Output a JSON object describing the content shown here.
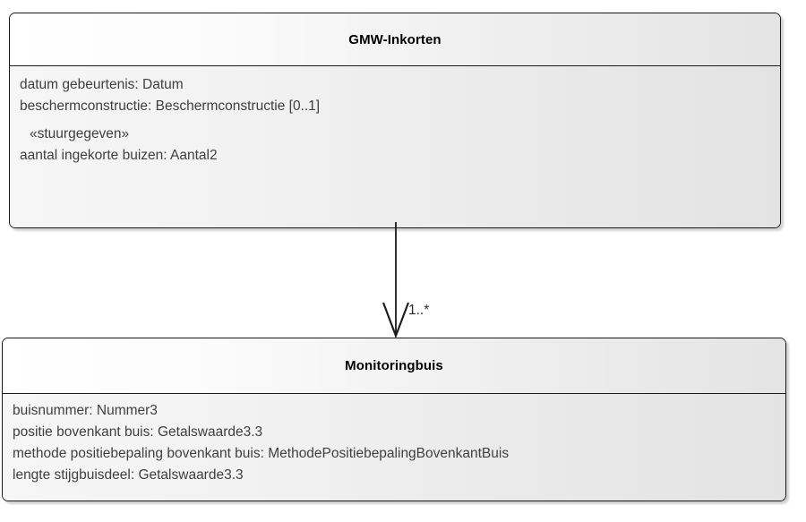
{
  "diagram": {
    "type": "uml-class-diagram",
    "classes": [
      {
        "id": "gmw-inkorten",
        "name": "GMW-Inkorten",
        "attributes": [
          {
            "text": "datum gebeurtenis: Datum",
            "stereotype": false
          },
          {
            "text": "beschermconstructie: Beschermconstructie [0..1]",
            "stereotype": false
          },
          {
            "text": "«stuurgegeven»",
            "stereotype": true
          },
          {
            "text": "aantal ingekorte buizen: Aantal2",
            "stereotype": false
          }
        ]
      },
      {
        "id": "monitoringbuis",
        "name": "Monitoringbuis",
        "attributes": [
          {
            "text": "buisnummer: Nummer3",
            "stereotype": false
          },
          {
            "text": "positie bovenkant buis: Getalswaarde3.3",
            "stereotype": false
          },
          {
            "text": "methode positiebepaling bovenkant buis: MethodePositiebepalingBovenkantBuis",
            "stereotype": false
          },
          {
            "text": "lengte stijgbuisdeel: Getalswaarde3.3",
            "stereotype": false
          }
        ]
      }
    ],
    "association": {
      "from": "gmw-inkorten",
      "to": "monitoringbuis",
      "multiplicity": "1..*",
      "arrowhead": "open-arrow-down",
      "line_color": "#1a1a1a"
    },
    "colors": {
      "border": "#1a1a1a",
      "title_text": "#000000",
      "attribute_text": "#3f3f3f",
      "header_gradient_start": "#ffffff",
      "header_gradient_end": "#e4e4e4",
      "body_gradient_start": "#f6f6f6",
      "body_gradient_end": "#e3e3e3",
      "canvas": "#ffffff"
    }
  }
}
